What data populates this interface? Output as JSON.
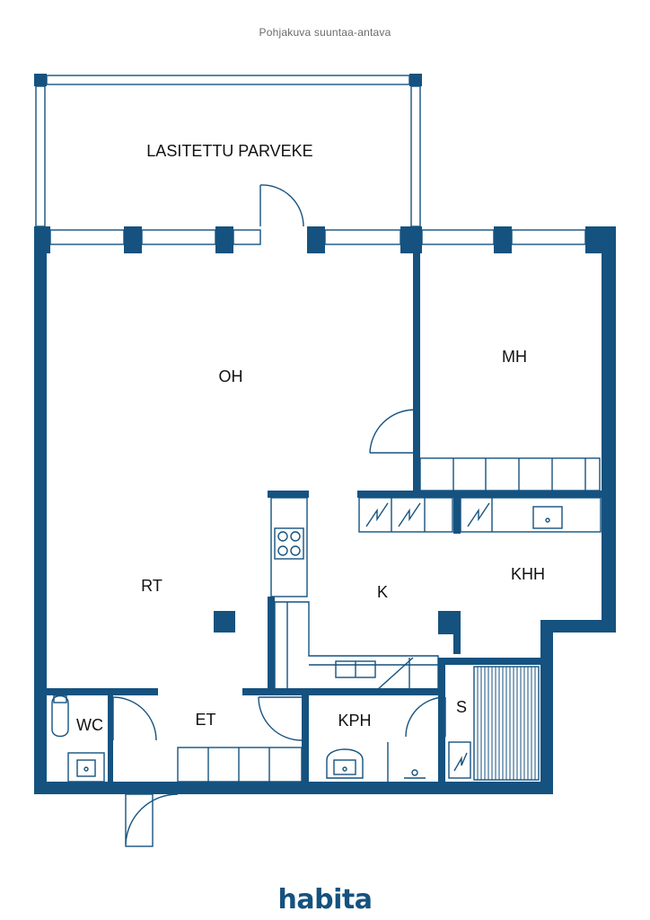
{
  "caption": "Pohjakuva suuntaa-antava",
  "colors": {
    "wall": "#15527f",
    "line": "#15527f",
    "background": "#ffffff",
    "text": "#111111"
  },
  "rooms": [
    {
      "id": "balcony",
      "label": "LASITETTU PARVEKE"
    },
    {
      "id": "living",
      "label": "OH"
    },
    {
      "id": "bedroom",
      "label": "MH"
    },
    {
      "id": "dining",
      "label": "RT"
    },
    {
      "id": "kitchen",
      "label": "K"
    },
    {
      "id": "utility",
      "label": "KHH"
    },
    {
      "id": "entry",
      "label": "ET"
    },
    {
      "id": "toilet",
      "label": "WC"
    },
    {
      "id": "bathroom",
      "label": "KPH"
    },
    {
      "id": "sauna",
      "label": "S"
    }
  ],
  "brand": {
    "logo_text": "habita"
  }
}
